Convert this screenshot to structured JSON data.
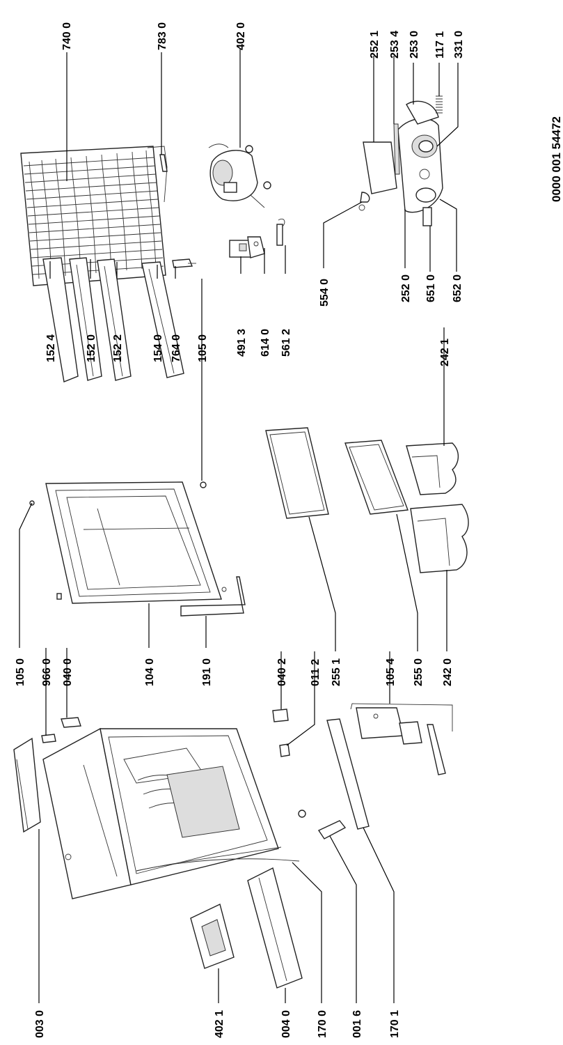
{
  "document_id": "0000 001 54472",
  "parts": [
    {
      "id": "cond",
      "ref": "740 0"
    },
    {
      "id": "p7830",
      "ref": "783 0"
    },
    {
      "id": "compressor",
      "ref": "402 0"
    },
    {
      "id": "p2521",
      "ref": "252 1"
    },
    {
      "id": "p2534",
      "ref": "253 4"
    },
    {
      "id": "p2530",
      "ref": "253 0"
    },
    {
      "id": "p1171",
      "ref": "117 1"
    },
    {
      "id": "p3310",
      "ref": "331 0"
    },
    {
      "id": "p1524",
      "ref": "152 4"
    },
    {
      "id": "p1520",
      "ref": "152 0"
    },
    {
      "id": "p1522",
      "ref": "152 2"
    },
    {
      "id": "p1540",
      "ref": "154 0"
    },
    {
      "id": "p7640",
      "ref": "764 0"
    },
    {
      "id": "p1050a",
      "ref": "105 0"
    },
    {
      "id": "p4913",
      "ref": "491 3"
    },
    {
      "id": "p6140",
      "ref": "614 0"
    },
    {
      "id": "p5612",
      "ref": "561 2"
    },
    {
      "id": "p5540",
      "ref": "554 0"
    },
    {
      "id": "p2520",
      "ref": "252 0"
    },
    {
      "id": "p6510",
      "ref": "651 0"
    },
    {
      "id": "p6520",
      "ref": "652 0"
    },
    {
      "id": "p2421",
      "ref": "242 1"
    },
    {
      "id": "p1050b",
      "ref": "105 0"
    },
    {
      "id": "p9660",
      "ref": "966 0"
    },
    {
      "id": "p0400",
      "ref": "040 0"
    },
    {
      "id": "p1040",
      "ref": "104 0"
    },
    {
      "id": "p1910",
      "ref": "191 0"
    },
    {
      "id": "p0402",
      "ref": "040 2"
    },
    {
      "id": "p0112",
      "ref": "011 2"
    },
    {
      "id": "p2551",
      "ref": "255 1"
    },
    {
      "id": "p1054",
      "ref": "105 4"
    },
    {
      "id": "p2550",
      "ref": "255 0"
    },
    {
      "id": "p2420",
      "ref": "242 0"
    },
    {
      "id": "p0030",
      "ref": "003 0"
    },
    {
      "id": "p4021",
      "ref": "402 1"
    },
    {
      "id": "p0040",
      "ref": "004 0"
    },
    {
      "id": "p1700",
      "ref": "170 0"
    },
    {
      "id": "p0016",
      "ref": "001 6"
    },
    {
      "id": "p1701",
      "ref": "170 1"
    }
  ]
}
